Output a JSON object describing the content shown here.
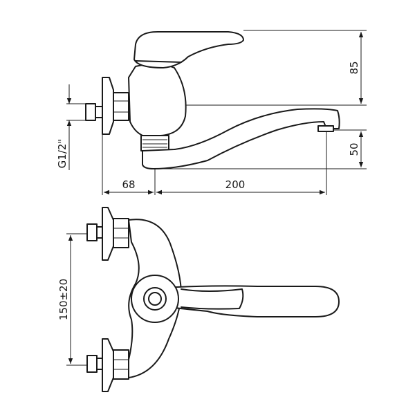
{
  "drawing": {
    "side_view": {
      "dim_height_top": "85",
      "dim_height_spout": "50",
      "dim_wall_depth": "68",
      "dim_spout_reach": "200",
      "dim_thread": "G1/2\""
    },
    "top_view": {
      "dim_spacing": "150±20"
    }
  }
}
